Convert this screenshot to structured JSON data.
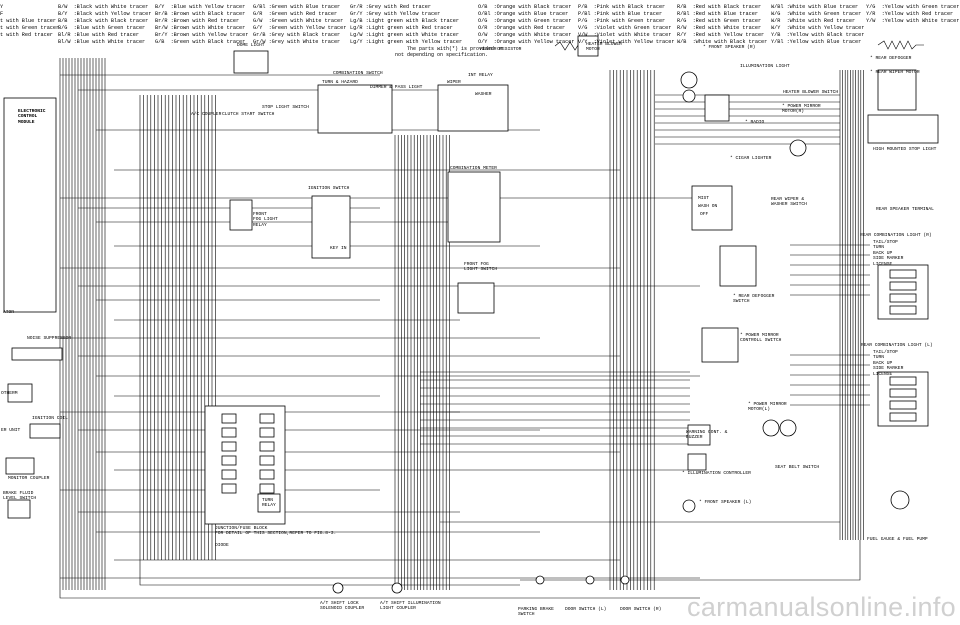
{
  "legend": {
    "columns": [
      [
        "Y",
        "F",
        "t with Blue tracer",
        "t with Green tracer",
        "t with Red tracer"
      ],
      [
        "B/W  :Black with White tracer",
        "B/Y  :Black with Yellow tracer",
        "B/B  :Black with Black tracer",
        "B/G  :Blue with Green tracer",
        "Bl/R :Blue with Red tracer",
        "Bl/W :Blue with White tracer"
      ],
      [
        "B/Y  :Blue with Yellow tracer",
        "Br/B :Brown with Black tracer",
        "Br/R :Brown with Red tracer",
        "Br/W :Brown with White tracer",
        "Br/Y :Brown with Yellow tracer",
        "G/B  :Green with Black tracer"
      ],
      [
        "G/Bl :Green with Blue tracer",
        "G/R  :Green with Red tracer",
        "G/W  :Green with White tracer",
        "G/Y  :Green with Yellow tracer",
        "Gr/B :Grey with Black tracer",
        "Gr/W :Grey with White tracer"
      ],
      [
        "Gr/R :Grey with Red tracer",
        "Gr/Y :Grey with Yellow tracer",
        "Lg/B :Light green with Black tracer",
        "Lg/R :Light green with Red tracer",
        "Lg/W :Light green with White tracer",
        "Lg/Y :Light green with Yellow tracer"
      ],
      [
        "O/B  :Orange with Black tracer",
        "O/Bl :Orange with Blue tracer",
        "O/G  :Orange with Green tracer",
        "O/R  :Orange with Red tracer",
        "O/W  :Orange with White tracer",
        "O/Y  :Orange with Yellow tracer"
      ],
      [
        "P/B  :Pink with Black tracer",
        "P/Bl :Pink with Blue tracer",
        "P/G  :Pink with Green tracer",
        "V/G  :Violet with Green tracer",
        "V/W  :Violet with White tracer",
        "V/Y  :Violet with Yellow tracer"
      ],
      [
        "R/B  :Red with Black tracer",
        "R/Bl :Red with Blue tracer",
        "R/G  :Red with Green tracer",
        "R/W  :Red with White tracer",
        "R/Y  :Red with Yellow tracer",
        "W/B  :White with Black tracer"
      ],
      [
        "W/Bl :White with Blue tracer",
        "W/G  :White with Green tracer",
        "W/R  :White with Red tracer",
        "W/Y  :White with Yellow tracer",
        "Y/B  :Yellow with Black tracer",
        "Y/Bl :Yellow with Blue tracer"
      ],
      [
        "Y/G  :Yellow with Green tracer",
        "Y/R  :Yellow with Red tracer",
        "Y/W  :Yellow with White tracer"
      ]
    ]
  },
  "note": [
    "The parts with(*) is provided or",
    "not depending on specification."
  ],
  "components": {
    "dome_light": "DOME LIGHT",
    "combination_switch": "COMBINATION SWITCH",
    "turn_hazard": "TURN & HAZARD",
    "dimmer_pass": "DIMMER & PASS LIGHT",
    "wiper": "WIPER",
    "int_relay": "INT RELAY",
    "washer": "WASHER",
    "heater_resistor": "HEATER RESISTOR",
    "heater_blower_motor": "HEATER BLOWER\nMOTOR",
    "front_speaker_r": "* FRONT SPEAKER (R)",
    "illumination_light": "ILLUMINATION LIGHT",
    "rear_defogger": "* REAR DEFOGGER",
    "rear_wiper_motor": "* REAR WIPER MOTOR",
    "ecm": "ELECTRONIC\nCONTROL\nMODULE",
    "stop_light_switch": "STOP LIGHT SWITCH",
    "ac_coupler": "A/C COUPLER",
    "clutch_start_switch": "CLUTCH START SWITCH",
    "heater_blower_switch": "HEATER BLOWER SWITCH",
    "power_mirror_motor_r": "* POWER MIRROR\nMOTOR(R)",
    "radio": "* RADIO",
    "cigar_lighter": "* CIGAR LIGHTER",
    "high_mounted_stop": "HIGH MOUNTED STOP LIGHT",
    "ignition_switch": "IGNITION SWITCH",
    "combination_meter": "COMBINATION METER",
    "rear_wiper_washer_switch": "REAR WIPER &\nWASHER SWITCH",
    "rear_speaker_terminal": "REAR SPEAKER TERMINAL",
    "front_fog_relay": "FRONT\nFOG LIGHT\nRELAY",
    "key_in": "KEY IN",
    "rear_combination_r": "REAR COMBINATION LIGHT (R)",
    "rear_combination_r_items": "TAIL/STOP\nTURN\nBACK UP\nSIDE MARKER\nLICENSE",
    "front_fog_switch": "FRONT FOG\nLIGHT SWITCH",
    "rear_defogger_switch": "* REAR DEFOGGER\nSWITCH",
    "ator": "ATOR",
    "noise_suppressor": "NOISE SUPPRESSOR",
    "power_mirror_control": "* POWER MIRROR\nCONTROLL SWITCH",
    "rear_combination_l": "REAR COMBINATION LIGHT (L)",
    "rear_combination_l_items": "TAIL/STOP\nTURN\nBACK UP\nSIDE MARKER\nLICENSE",
    "otherm": "OTHERM",
    "ignition_coil": "IGNITION COIL",
    "er_unit": "ER UNIT",
    "power_mirror_motor_l": "* POWER MIRROR\nMOTOR(L)",
    "warning_buzzer": "WARNING CONT. &\nBUZZER",
    "monitor_coupler": "MONITOR COUPLER",
    "illumination_controller": "* ILLUMINATION CONTROLLER",
    "seat_belt_switch": "SEAT BELT SWITCH",
    "brake_fluid": "BRAKE FLUID\nLEVEL SWITCH",
    "front_speaker_l": "* FRONT SPEAKER (L)",
    "junction_block": "JUNCTION/FUSE BLOCK\nFOR DETAIL OF THIS SECTION,REFER TO FIG.8-3.",
    "diode": "DIODE",
    "turn_relay": "TURN\nRELAY",
    "fuel_gauge": "FUEL GAUGE & FUEL PUMP",
    "at_shift_lock": "A/T SHIFT LOCK\nSOLENOID COUPLER",
    "at_shift_illum": "A/T SHIFT ILLUMINATION\nLIGHT COUPLER",
    "parking_brake": "PARKING BRAKE\nSWITCH",
    "door_switch_l": "DOOR SWITCH (L)",
    "door_switch_r": "DOOR SWITCH (R)"
  },
  "switch_table": {
    "rows": [
      "MIST",
      "WASH ON",
      "OFF"
    ]
  },
  "watermark": "carmanualsonline.info"
}
